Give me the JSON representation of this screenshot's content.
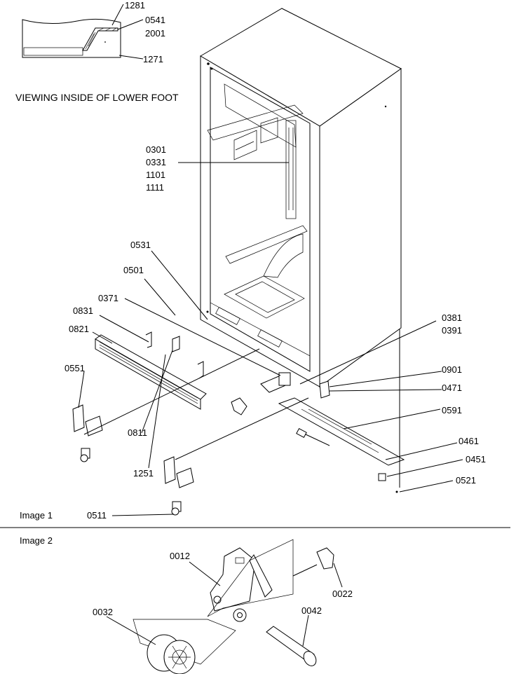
{
  "inset": {
    "callouts": [
      "1281",
      "0541",
      "2001",
      "1271"
    ],
    "caption": "VIEWING INSIDE OF LOWER FOOT"
  },
  "image1": {
    "label": "Image 1",
    "callouts": {
      "c0301": "0301",
      "c0331": "0331",
      "c1101": "1101",
      "c1111": "1111",
      "c0531": "0531",
      "c0501": "0501",
      "c0371": "0371",
      "c0831": "0831",
      "c0821": "0821",
      "c0551": "0551",
      "c0811": "0811",
      "c1251": "1251",
      "c0511": "0511",
      "c0381": "0381",
      "c0391": "0391",
      "c0901": "0901",
      "c0471": "0471",
      "c0591": "0591",
      "c0461": "0461",
      "c0451": "0451",
      "c0521": "0521"
    }
  },
  "image2": {
    "label": "Image 2",
    "callouts": {
      "c0012": "0012",
      "c0022": "0022",
      "c0032": "0032",
      "c0042": "0042"
    }
  }
}
